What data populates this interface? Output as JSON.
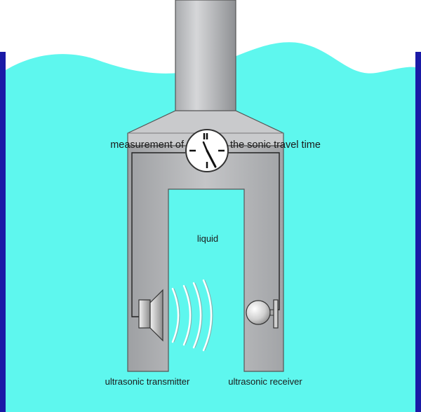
{
  "labels": {
    "measurement_left": "measurement of",
    "measurement_right": "the sonic travel time",
    "liquid": "liquid",
    "transmitter": "ultrasonic transmitter",
    "receiver": "ultrasonic receiver"
  },
  "colors": {
    "liquid": "#5ef7ee",
    "tank_wall": "#1a1aa6",
    "probe_body": "#b9bbbe",
    "probe_edge": "#555555",
    "clock_face": "#ffffff"
  },
  "icons": {
    "transmitter": "loudspeaker-icon",
    "receiver": "microphone-icon",
    "clock": "clock-icon"
  }
}
